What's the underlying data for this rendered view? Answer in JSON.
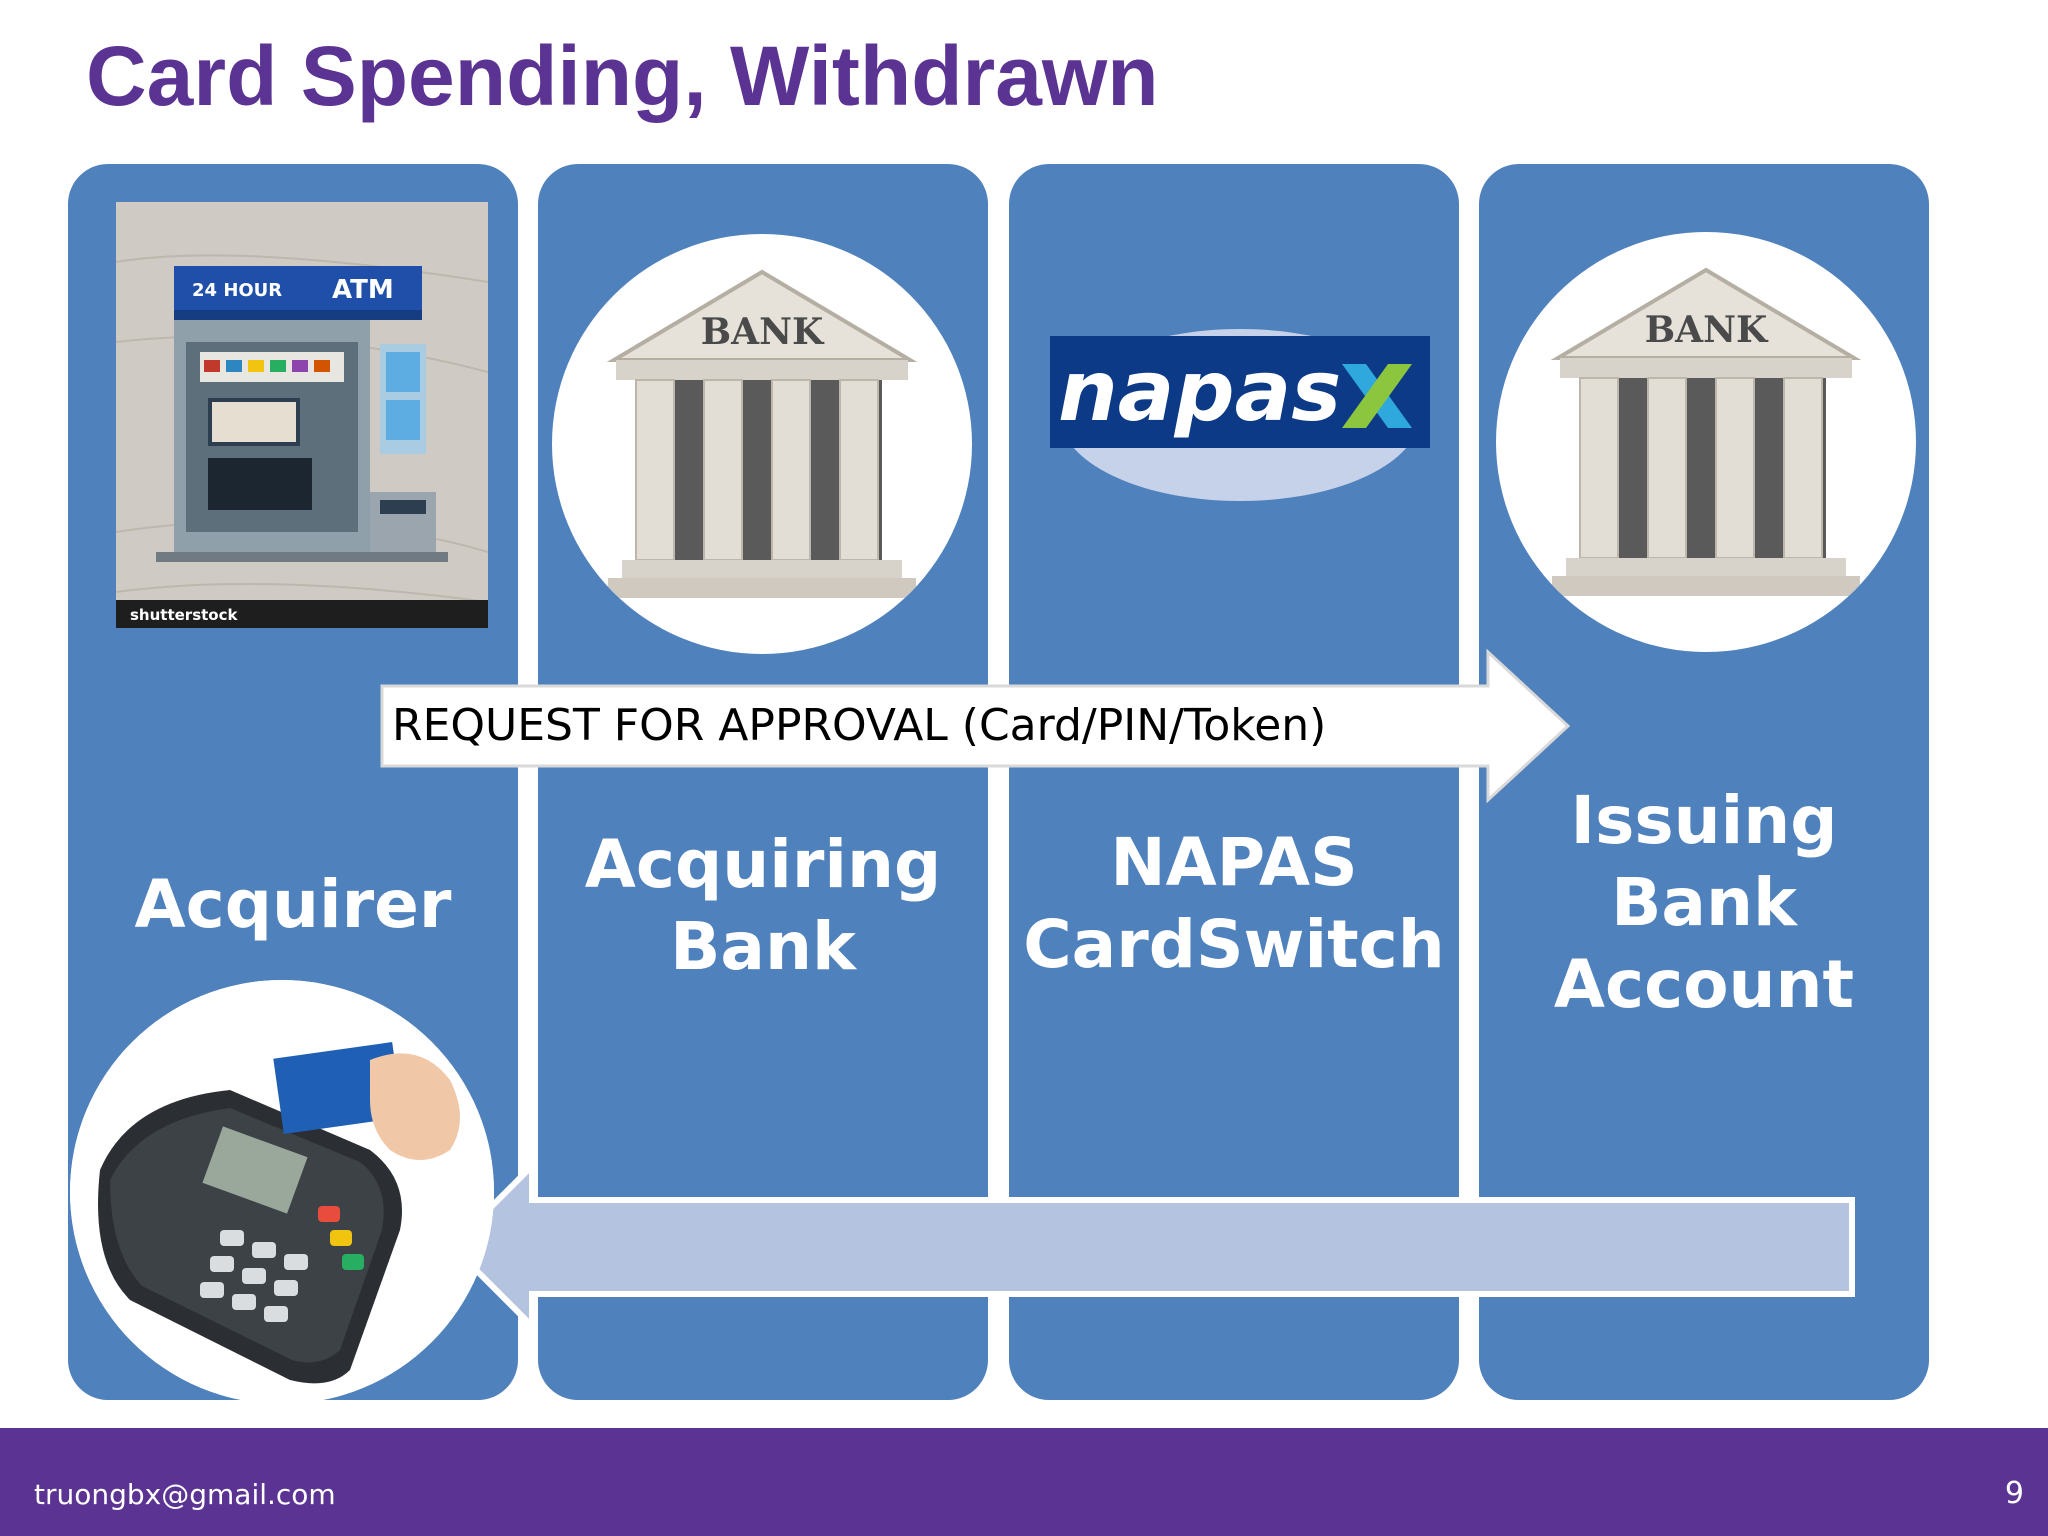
{
  "slide": {
    "title": "Card Spending, Withdrawn"
  },
  "columns": [
    {
      "lines": [
        "Acquirer"
      ]
    },
    {
      "lines": [
        "Acquiring",
        "Bank"
      ]
    },
    {
      "lines": [
        "NAPAS",
        "CardSwitch"
      ]
    },
    {
      "lines": [
        "Issuing",
        "Bank",
        "Account"
      ]
    }
  ],
  "images": {
    "atm_header_left": "24 HOUR",
    "atm_header_right": "ATM",
    "atm_watermark": "shutterstock",
    "bank_sign_1": "BANK",
    "bank_sign_2": "BANK",
    "napas_logo": "napas"
  },
  "arrows": {
    "request_label": "REQUEST FOR APPROVAL (Card/PIN/Token)"
  },
  "footer": {
    "email": "truongbx@gmail.com",
    "page": "9"
  },
  "colors": {
    "title": "#5b3393",
    "column": "#4f81bd",
    "footer": "#5b3393",
    "return_arrow": "#b4c3e0"
  }
}
